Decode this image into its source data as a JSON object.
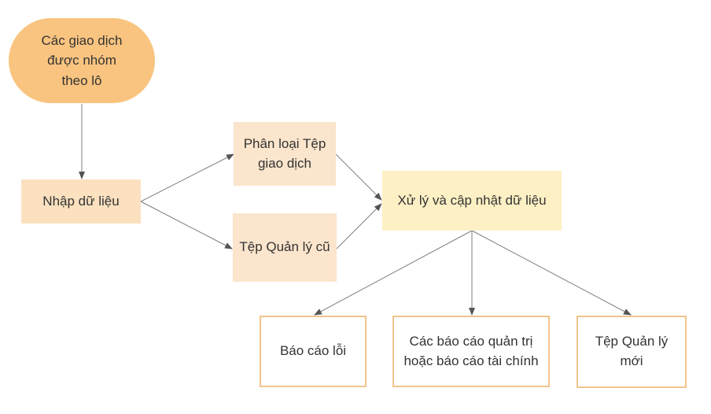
{
  "nodes": {
    "start": [
      "Các giao dịch",
      "được nhóm",
      "theo lô"
    ],
    "import": [
      "Nhập dữ liệu"
    ],
    "classify": [
      "Phân loại Tệp",
      "giao dịch"
    ],
    "old_file": [
      "Tệp Quản lý cũ"
    ],
    "process": [
      "Xử lý và cập nhật dữ liệu"
    ],
    "errors": [
      "Báo cáo lỗi"
    ],
    "reports": [
      "Các báo cáo quản trị",
      "hoặc báo cáo tài chính"
    ],
    "new_file": [
      "Tệp Quản lý mới"
    ]
  },
  "colors": {
    "start_fill": "#f9c47f",
    "import_fill": "#fbe1bf",
    "middle_fill": "#fbe5cc",
    "process_fill": "#fdf0c4",
    "output_border": "#f3c48d",
    "edge": "#7f7f7f",
    "text": "#333333"
  }
}
